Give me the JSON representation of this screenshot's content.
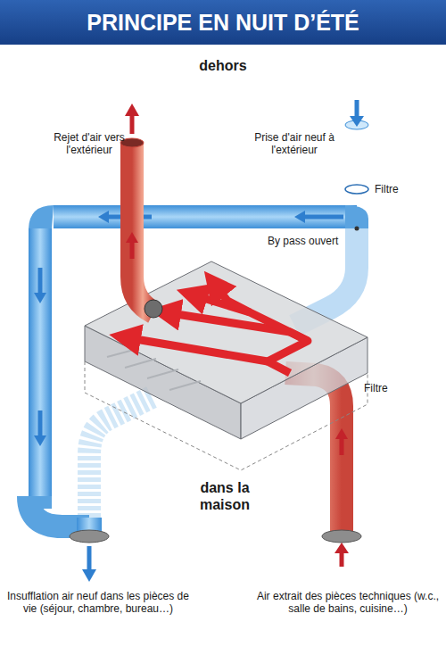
{
  "diagram": {
    "title": "PRINCIPE EN NUIT D’ÉTÉ",
    "labels": [
      "dehors",
      "Rejet d'air vers l'extérieur",
      "Prise d'air neuf à l'extérieur",
      "Filtre",
      "By pass ouvert",
      "Filtre",
      "dans la maison",
      "Insufflation air neuf dans les pièces de vie (séjour, chambre, bureau…)",
      "Air extrait des pièces techniques (w.c., salle de bains, cuisine…)"
    ]
  }
}
